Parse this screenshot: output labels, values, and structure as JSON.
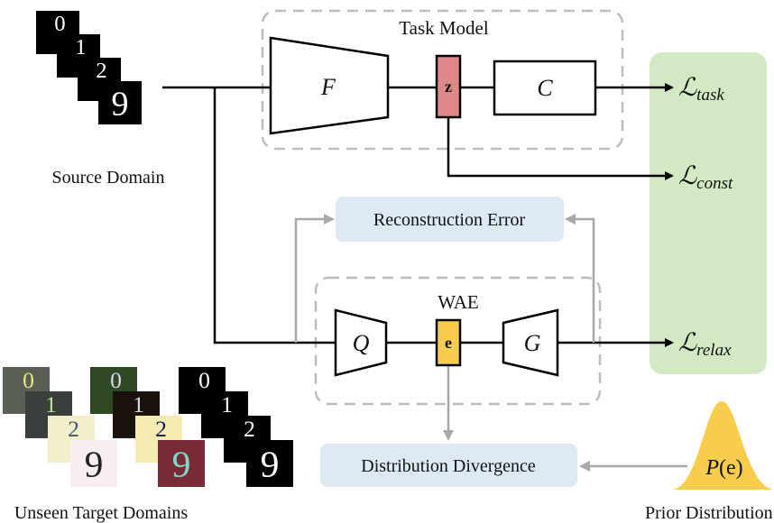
{
  "source": {
    "label": "Source Domain",
    "digits": [
      "0",
      "1",
      "2",
      "9"
    ]
  },
  "target": {
    "label": "Unseen Target Domains",
    "groups": [
      {
        "digits": [
          "0",
          "1",
          "2",
          "9"
        ],
        "bg": [
          "#5a5f55",
          "#3a3f3c",
          "#f2f0c8",
          "#f8eef0"
        ],
        "fg": [
          "#e8e67a",
          "#b8e0a0",
          "#3a5a78",
          "#222"
        ]
      },
      {
        "digits": [
          "0",
          "1",
          "2",
          "9"
        ],
        "bg": [
          "#2f4a22",
          "#1a120c",
          "#f5eab0",
          "#7a2a35"
        ],
        "fg": [
          "#e0d0f0",
          "#ddd",
          "#0a1a5a",
          "#7fd8c8"
        ]
      },
      {
        "digits": [
          "0",
          "1",
          "2",
          "9"
        ],
        "bg": [
          "#000",
          "#000",
          "#000",
          "#000"
        ],
        "fg": [
          "#fff",
          "#fff",
          "#fff",
          "#fff"
        ]
      }
    ]
  },
  "task_model": {
    "title": "Task Model",
    "encoder": "F",
    "latent": "z",
    "classifier": "C"
  },
  "wae": {
    "title": "WAE",
    "encoder": "Q",
    "latent": "e",
    "decoder": "G"
  },
  "losses": {
    "task": "task",
    "const": "const",
    "relax": "relax",
    "symbol": "ℒ"
  },
  "reconstruction": "Reconstruction Error",
  "divergence": "Distribution Divergence",
  "prior": {
    "symbol": "P",
    "arg": "(e)",
    "label": "Prior Distribution"
  },
  "colors": {
    "latent_z": "#e08787",
    "latent_e": "#f8cd4e",
    "loss_panel": "#d2e9c3",
    "info_box": "#dde9f5",
    "prior": "#f8cd4e",
    "gray_arrow": "#a8a8a8",
    "dashed": "#bdbdbd"
  }
}
